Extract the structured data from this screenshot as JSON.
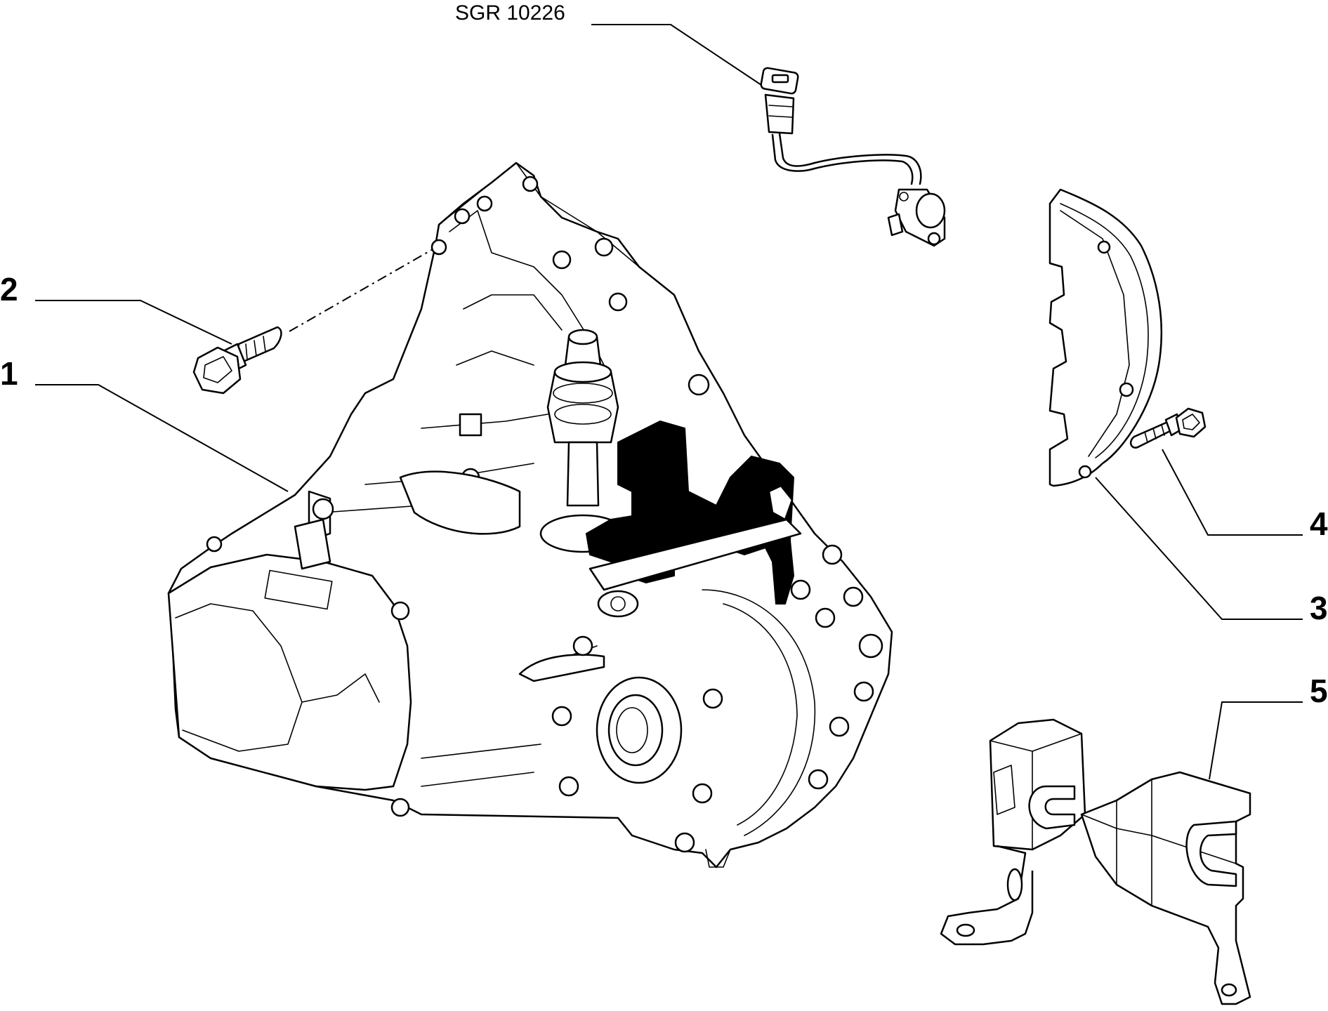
{
  "drawing_code": "SGR 10226",
  "callouts": [
    {
      "id": "1",
      "text": "1"
    },
    {
      "id": "2",
      "text": "2"
    },
    {
      "id": "3",
      "text": "3"
    },
    {
      "id": "4",
      "text": "4"
    },
    {
      "id": "5",
      "text": "5"
    }
  ],
  "parts": [
    {
      "callout": "1",
      "icon": "gearbox-housing-icon"
    },
    {
      "callout": "2",
      "icon": "flange-bolt-icon"
    },
    {
      "callout": "3",
      "icon": "cover-plate-icon"
    },
    {
      "callout": "4",
      "icon": "flange-bolt-icon"
    },
    {
      "callout": "5",
      "icon": "mounting-bracket-icon"
    },
    {
      "callout": "SGR 10226",
      "icon": "speed-sensor-icon"
    }
  ],
  "colors": {
    "line": "#000000",
    "background": "#ffffff"
  }
}
